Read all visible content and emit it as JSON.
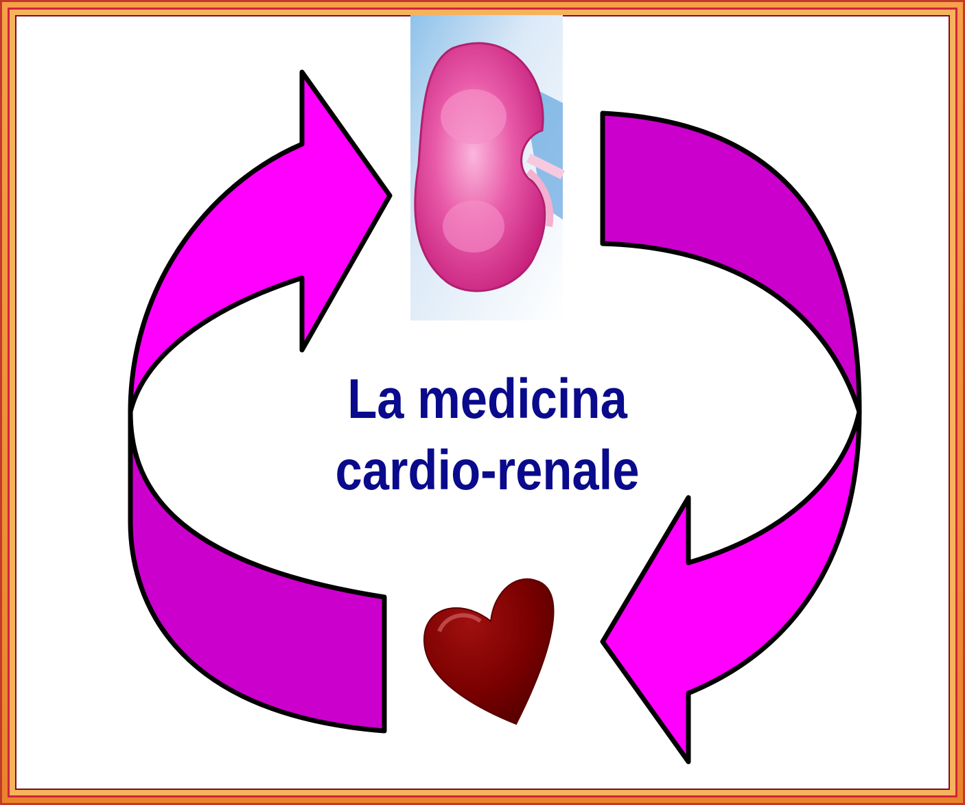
{
  "diagram": {
    "title_line1": "La medicina",
    "title_line2": "cardio-renale",
    "colors": {
      "arrow_bright": "#ff00ff",
      "arrow_dark": "#cc00cc",
      "text": "#0a0a8c",
      "heart": "#7a0000",
      "kidney": "#e0409a",
      "frame_orange": "#f09040",
      "frame_red": "#c0392b"
    },
    "icons": [
      "kidney-illustration",
      "heart-icon",
      "cycle-arrows"
    ]
  }
}
